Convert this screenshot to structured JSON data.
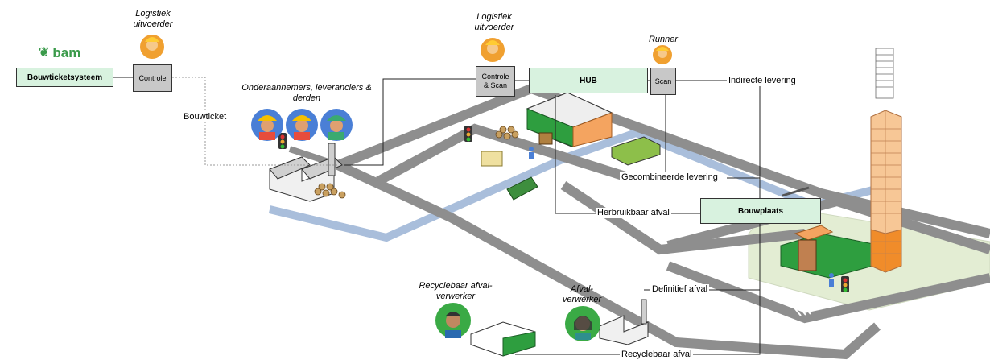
{
  "brand": {
    "logo_text": "bam",
    "logo_color": "#3a9a4a"
  },
  "colors": {
    "road": "#8e8e8e",
    "water": "#a9bedb",
    "node_green": "#d8f2df",
    "node_grey": "#c8c8c8",
    "building_green": "#2e9e3f",
    "tower_orange": "#f4a460"
  },
  "nodes": {
    "bouwticketsysteem": "Bouwticketsysteem",
    "controle": "Controle",
    "controle_scan": "Controle\n& Scan",
    "hub": "HUB",
    "scan": "Scan",
    "bouwplaats": "Bouwplaats"
  },
  "roles": {
    "logistiek_1": "Logistiek\nuitvoerder",
    "logistiek_2": "Logistiek\nuitvoerder",
    "runner": "Runner",
    "onderaannemers": "Onderaannemers, leveranciers &\nderden",
    "recyclebaar_verwerker": "Recyclebaar afval-\nverwerker",
    "afval_verwerker": "Afval-\nverwerker"
  },
  "edges": {
    "bouwticket": "Bouwticket",
    "indirecte_levering": "Indirecte levering",
    "gecombineerde_levering": "Gecombineerde levering",
    "herbruikbaar_afval": "Herbruikbaar afval",
    "definitief_afval": "Definitief afval",
    "recyclebaar_afval": "Recyclebaar afval"
  }
}
